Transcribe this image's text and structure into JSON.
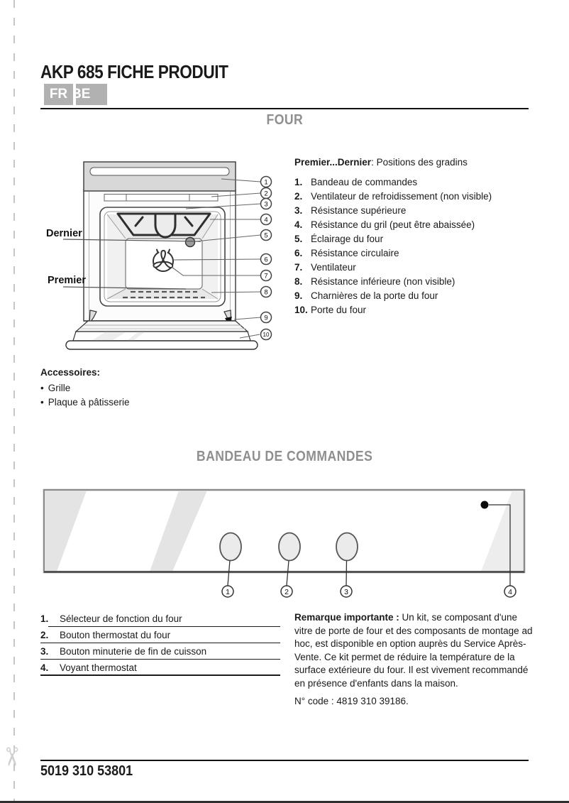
{
  "page": {
    "title": "AKP 685 FICHE PRODUIT",
    "badges": {
      "fr": "FR",
      "be": "BE"
    },
    "footer_code": "5019 310 53801",
    "scissors_glyph": "✂"
  },
  "four_section": {
    "heading": "FOUR",
    "legend_title_bold": "Premier...Dernier",
    "legend_title_rest": ": Positions des gradins",
    "parts": [
      {
        "num": "1.",
        "label": "Bandeau de commandes"
      },
      {
        "num": "2.",
        "label": "Ventilateur de refroidissement (non visible)"
      },
      {
        "num": "3.",
        "label": "Résistance supérieure"
      },
      {
        "num": "4.",
        "label": "Résistance du gril (peut être abaissée)"
      },
      {
        "num": "5.",
        "label": "Éclairage du four"
      },
      {
        "num": "6.",
        "label": "Résistance circulaire"
      },
      {
        "num": "7.",
        "label": "Ventilateur"
      },
      {
        "num": "8.",
        "label": "Résistance inférieure (non visible)"
      },
      {
        "num": "9.",
        "label": "Charnières de la porte du four"
      },
      {
        "num": "10.",
        "label": "Porte du four"
      }
    ],
    "diagram": {
      "label_last": "Dernier",
      "label_first": "Premier",
      "callouts": [
        "1",
        "2",
        "3",
        "4",
        "5",
        "6",
        "7",
        "8",
        "9",
        "10"
      ]
    }
  },
  "accessories": {
    "heading": "Accessoires:",
    "bullet": "•",
    "items": [
      "Grille",
      "Plaque à pâtisserie"
    ]
  },
  "panel_section": {
    "heading": "BANDEAU DE COMMANDES",
    "diagram": {
      "callouts": [
        "1",
        "2",
        "3",
        "4"
      ]
    },
    "controls": [
      {
        "num": "1.",
        "label": "Sélecteur de fonction du four"
      },
      {
        "num": "2.",
        "label": "Bouton thermostat du four"
      },
      {
        "num": "3.",
        "label": "Bouton minuterie de fin de cuisson"
      },
      {
        "num": "4.",
        "label": "Voyant thermostat"
      }
    ],
    "note": {
      "lead": "Remarque importante :",
      "body": "Un kit, se composant d'une vitre de porte de four et des composants de montage ad hoc, est disponible en option auprès du Service Après-Vente. Ce kit permet de réduire la température de la surface extérieure du four. Il est vivement recommandé en présence d'enfants dans la maison.",
      "code": "N° code : 4819 310 39186."
    }
  },
  "colors": {
    "badge_gray": "#b1b1b1",
    "heading_gray": "#8f8f8f",
    "line_dark": "#1a1a1a",
    "panel_fill": "#d8d8d8"
  }
}
